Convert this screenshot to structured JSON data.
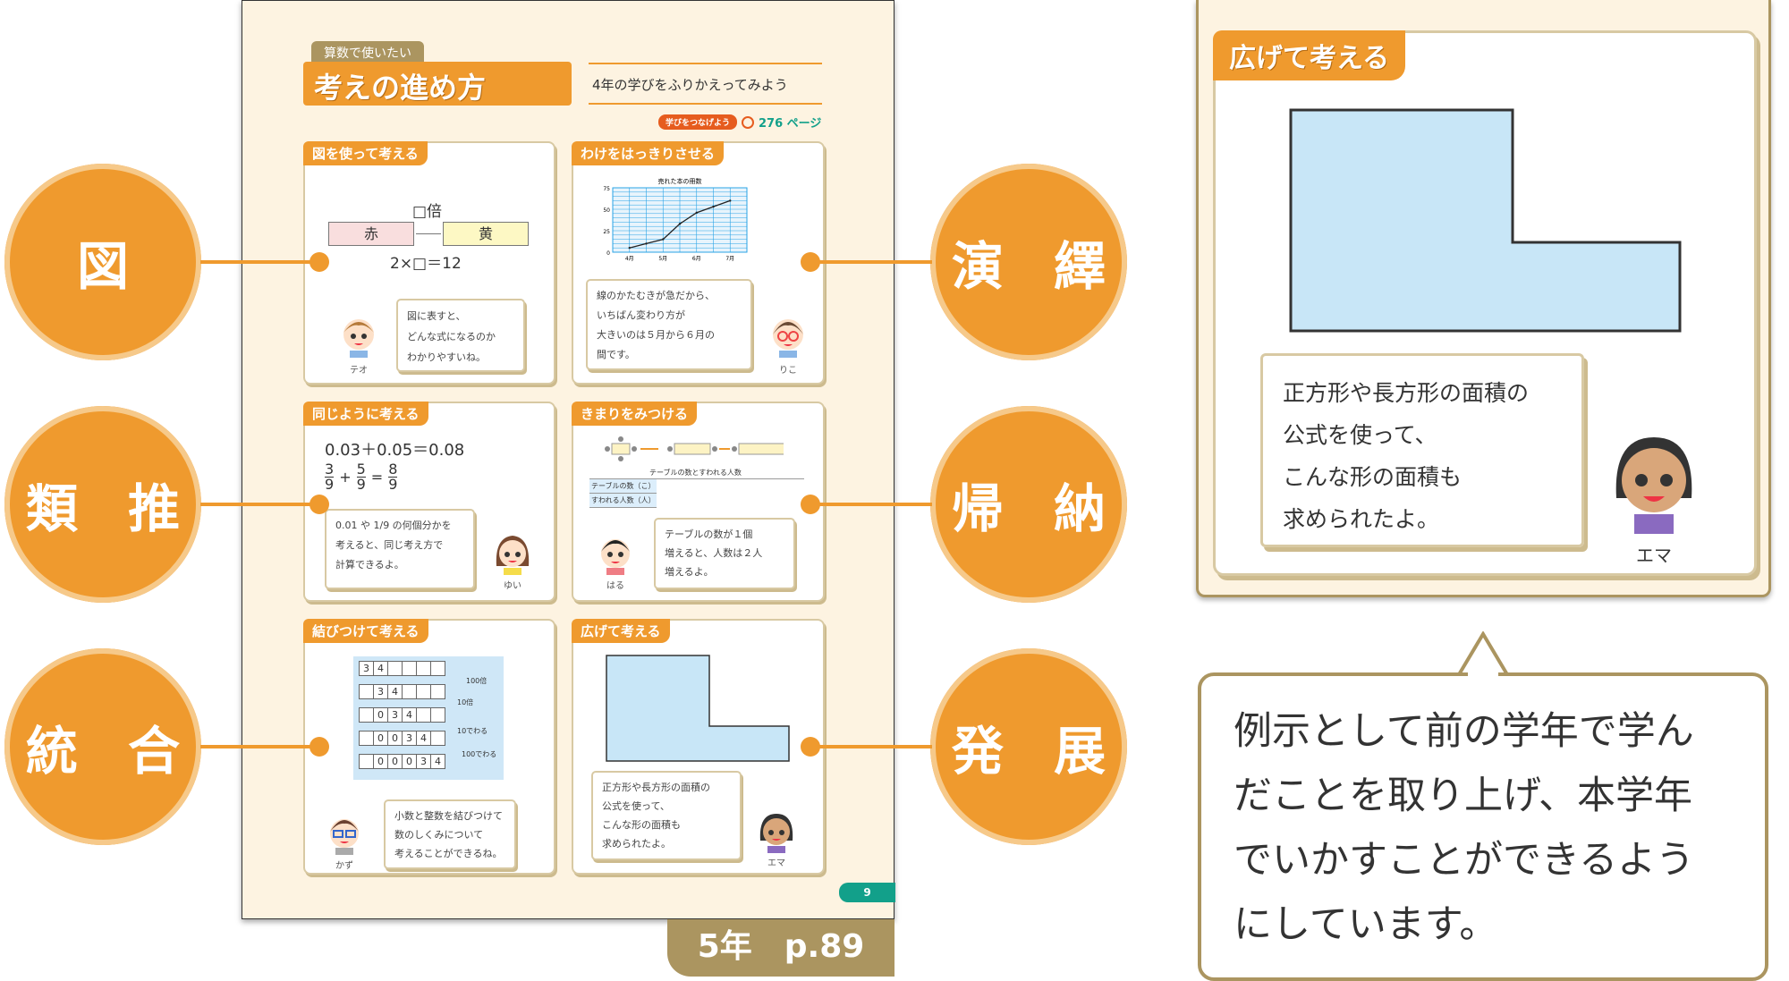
{
  "categories_left": [
    "図",
    "類 推",
    "統 合"
  ],
  "categories_right": [
    "演 繹",
    "帰 納",
    "発 展"
  ],
  "page": {
    "tag": "算数で使いたい",
    "title": "考えの進め方",
    "subtitle": "4年の学びをふりかえってみよう",
    "link_badge": "学びをつなげよう",
    "link_page": "276 ページ",
    "page_number": "9",
    "grade_label": "5年　p.89",
    "cards": [
      {
        "title": "図を使って考える",
        "diagram": {
          "times": "□倍",
          "red": "赤",
          "yellow": "黄",
          "equation": "2×□＝12"
        },
        "speech": [
          "図に表すと、",
          "どんな式になるのか",
          "わかりやすいね。"
        ],
        "character": "テオ"
      },
      {
        "title": "わけをはっきりさせる",
        "chart": {
          "title": "売れた本の冊数",
          "yticks": [
            "75",
            "50",
            "25",
            "0"
          ],
          "xticks": [
            "4月",
            "5月",
            "6月",
            "7月"
          ],
          "values": [
            5,
            10,
            15,
            33,
            46,
            53,
            60
          ],
          "ylim": [
            0,
            75
          ]
        },
        "speech": [
          "線のかたむきが急だから、",
          "いちばん変わり方が",
          "大きいのは５月から６月の",
          "間です。"
        ],
        "character": "りこ"
      },
      {
        "title": "同じように考える",
        "eq1": "0.03＋0.05＝0.08",
        "frac": [
          "3",
          "9",
          "5",
          "9",
          "8",
          "9"
        ],
        "speech": [
          "0.01 や 1/9 の何個分かを",
          "考えると、同じ考え方で",
          "計算できるよ。"
        ],
        "character": "ゆい"
      },
      {
        "title": "きまりをみつける",
        "table_title": "テーブルの数とすわれる人数",
        "rows": [
          "テーブルの数（こ）",
          "すわれる人数（人）"
        ],
        "speech": [
          "テーブルの数が１個",
          "増えると、人数は２人",
          "増えるよ。"
        ],
        "character": "はる"
      },
      {
        "title": "結びつけて考える",
        "grid": [
          [
            "3",
            "4",
            "",
            "",
            "",
            ""
          ],
          [
            "",
            "3",
            "4",
            "",
            "",
            ""
          ],
          [
            "",
            "0",
            "3",
            "4",
            "",
            ""
          ],
          [
            "",
            "0",
            "0",
            "3",
            "4",
            ""
          ],
          [
            "",
            "0",
            "0",
            "0",
            "3",
            "4"
          ]
        ],
        "arrows": [
          "100倍",
          "10倍",
          "10でわる",
          "100でわる"
        ],
        "speech": [
          "小数と整数を結びつけて",
          "数のしくみについて",
          "考えることができるね。"
        ],
        "character": "かず"
      },
      {
        "title": "広げて考える",
        "speech": [
          "正方形や長方形の面積の",
          "公式を使って、",
          "こんな形の面積も",
          "求められたよ。"
        ],
        "character": "エマ"
      }
    ]
  },
  "zoom_panel": {
    "title": "広げて考える",
    "speech": [
      "正方形や長方形の面積の",
      "公式を使って、",
      "こんな形の面積も",
      "求められたよ。"
    ],
    "character": "エマ"
  },
  "callout": {
    "lines": [
      "例示として前の学年で学ん",
      "だことを取り上げ、本学年",
      "でいかすことができるよう",
      "にしています。"
    ]
  },
  "colors": {
    "orange": "#ef9a2e",
    "gold": "#ab9560",
    "shape": "#c8e6f7",
    "cream": "#fdf3e1"
  }
}
